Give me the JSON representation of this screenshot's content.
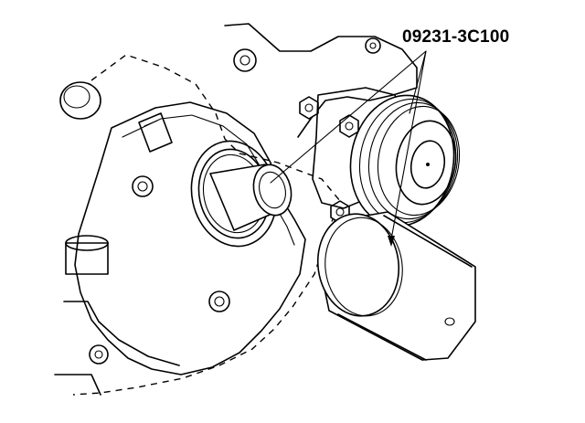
{
  "diagram": {
    "part_number": "09231-3C100",
    "colors": {
      "line": "#000000",
      "background": "#ffffff"
    },
    "components": [
      "engine-timing-cover",
      "crankshaft-front-seal-bore",
      "seal-installer-tool",
      "water-pump-pulley",
      "crankshaft-pulley"
    ]
  }
}
